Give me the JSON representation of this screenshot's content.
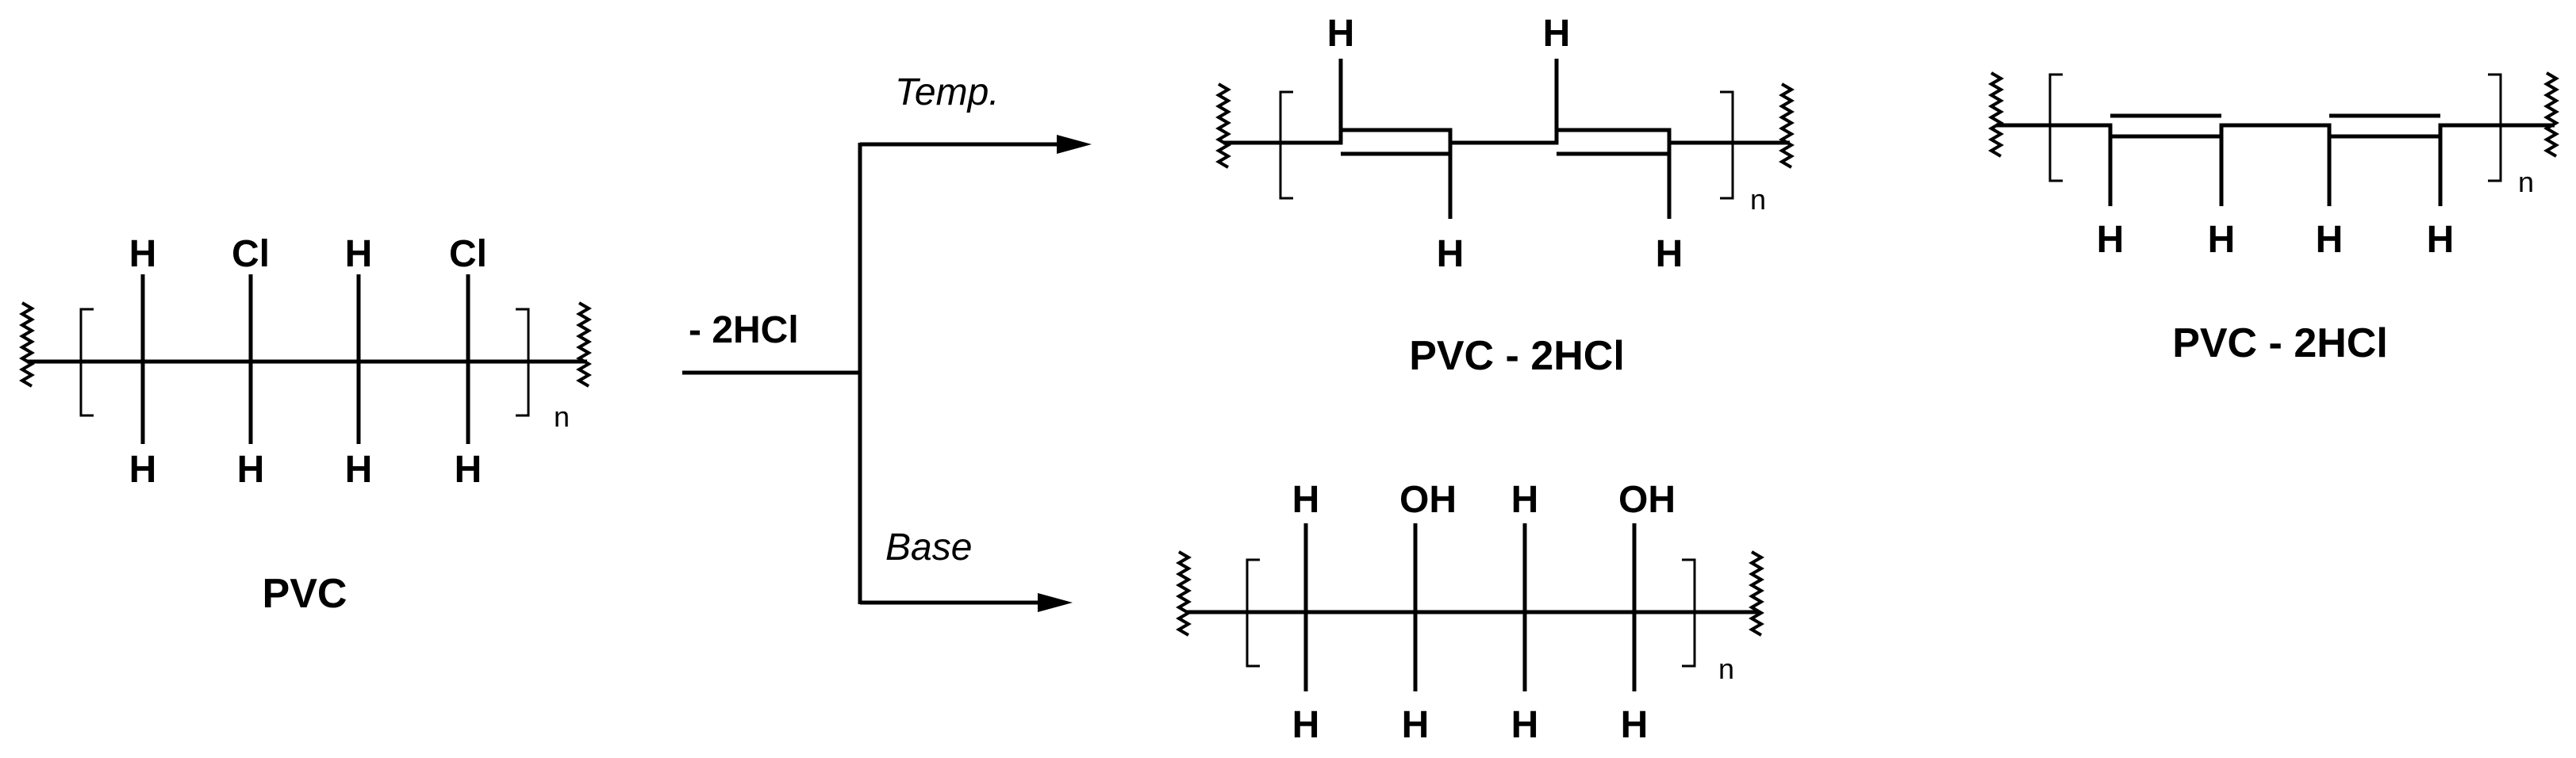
{
  "scheme": {
    "reagent": "- 2HCl",
    "conditions": {
      "upper": "Temp.",
      "lower": "Base"
    },
    "pvc": {
      "name": "PVC",
      "top_atoms": [
        "H",
        "Cl",
        "H",
        "Cl"
      ],
      "bottom_atoms": [
        "H",
        "H",
        "H",
        "H"
      ],
      "repeat_index": "n"
    },
    "polyene_trans": {
      "name": "PVC - 2HCl",
      "top_atoms": [
        "H",
        "H"
      ],
      "bottom_atoms": [
        "H",
        "H"
      ],
      "repeat_index": "n"
    },
    "polyene_cis": {
      "name": "PVC - 2HCl",
      "bottom_atoms": [
        "H",
        "H",
        "H",
        "H"
      ],
      "repeat_index": "n"
    },
    "pva": {
      "top_atoms": [
        "H",
        "OH",
        "H",
        "OH"
      ],
      "bottom_atoms": [
        "H",
        "H",
        "H",
        "H"
      ],
      "repeat_index": "n"
    }
  }
}
